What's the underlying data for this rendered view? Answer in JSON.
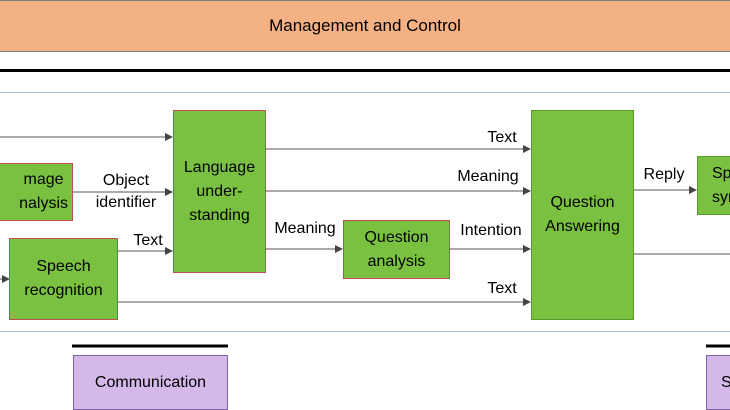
{
  "banner": {
    "title": "Management and Control"
  },
  "boxes": {
    "image_analysis": "mage\nnalysis",
    "speech_recognition": "Speech\nrecognition",
    "language_understanding": "Language\nunder-\nstanding",
    "question_analysis": "Question\nanalysis",
    "question_answering": "Question\nAnswering",
    "speech_synthesis": "Sp\nsyn"
  },
  "labels": {
    "object_identifier": "Object\nidentifier",
    "text_lu_in": "Text",
    "meaning_to_qa": "Meaning",
    "text_to_qa_top": "Text",
    "meaning_to_qanalysis": "Meaning",
    "intention": "Intention",
    "text_to_qa_bottom": "Text",
    "reply": "Reply"
  },
  "bottom": {
    "communication": "Communication",
    "right_cut": "S"
  }
}
